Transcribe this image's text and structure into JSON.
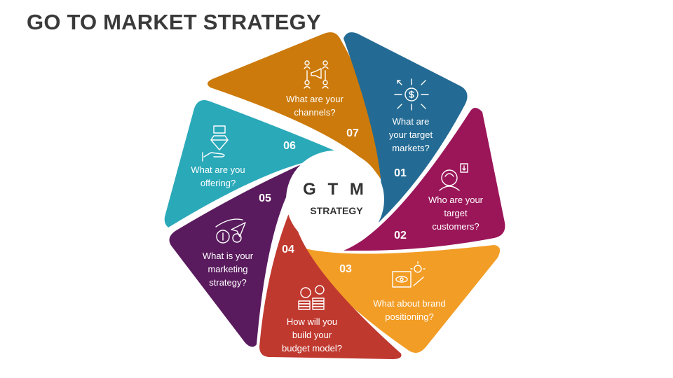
{
  "title": "GO TO MARKET STRATEGY",
  "center": {
    "main": "G T M",
    "sub": "STRATEGY"
  },
  "segments": [
    {
      "number": "01",
      "lines": [
        "What are",
        "your target",
        "markets?"
      ],
      "color": "#236b94",
      "icon": "target-market-icon"
    },
    {
      "number": "02",
      "lines": [
        "Who are your",
        "target",
        "customers?"
      ],
      "color": "#9b1659",
      "icon": "customer-icon"
    },
    {
      "number": "03",
      "lines": [
        "What about brand",
        "positioning?"
      ],
      "color": "#f29d26",
      "icon": "brand-positioning-icon"
    },
    {
      "number": "04",
      "lines": [
        "How will you",
        "build your",
        "budget model?"
      ],
      "color": "#c0392f",
      "icon": "budget-icon"
    },
    {
      "number": "05",
      "lines": [
        "What is your",
        "marketing",
        "strategy?"
      ],
      "color": "#5a1b5e",
      "icon": "marketing-strategy-icon"
    },
    {
      "number": "06",
      "lines": [
        "What are you",
        "offering?"
      ],
      "color": "#2aa9b9",
      "icon": "offering-icon"
    },
    {
      "number": "07",
      "lines": [
        "What are your",
        "channels?"
      ],
      "color": "#cc7a0b",
      "icon": "channels-icon"
    }
  ]
}
